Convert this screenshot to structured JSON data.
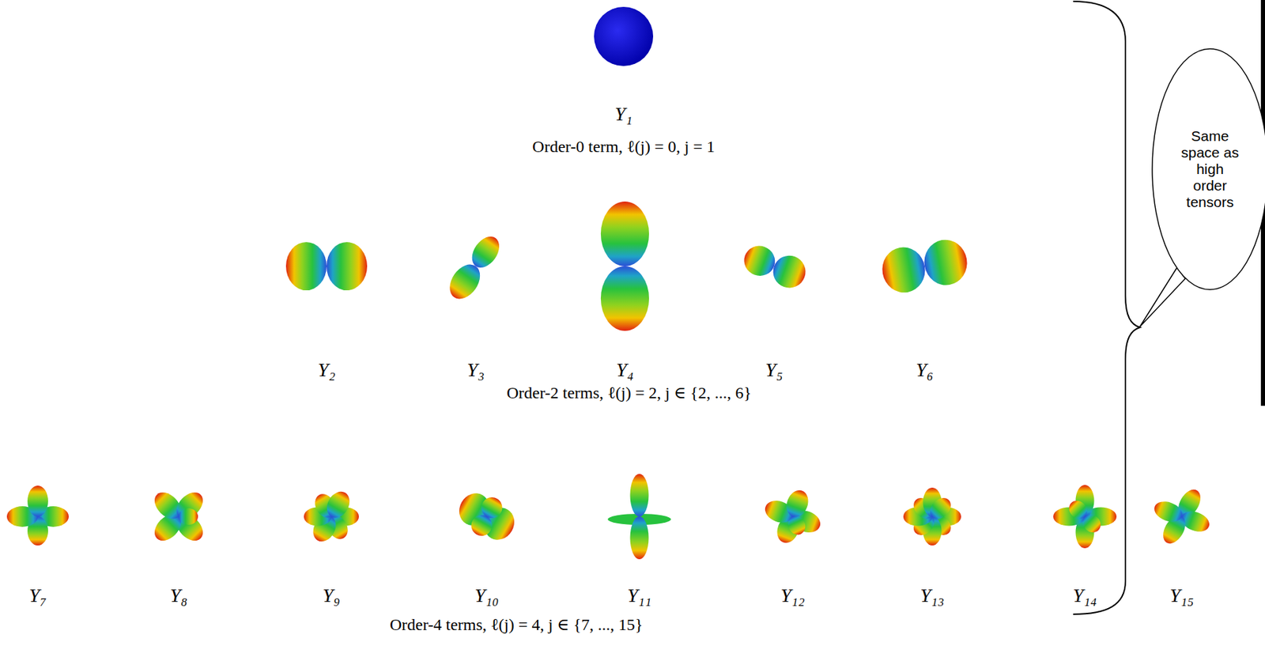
{
  "diagram": {
    "nodes": [
      {
        "text": [
          "Same space as high order tensors"
        ]
      }
    ],
    "labels": [
      "Y₁",
      "Order-0 term, ℓ(j) = 0, j = 1",
      "Y₂",
      "Y₃",
      "Y₄",
      "Y₅",
      "Y₆",
      "Order-2 terms, ℓ(j) = 2, j ∈ {2, ..., 6}",
      "Y₇",
      "Y₈",
      "Y₉",
      "Y₁₀",
      "Y₁₁",
      "Y₁₂",
      "Y₁₃",
      "Y₁₄",
      "Y₁₅",
      "Order-4 terms, ℓ(j) = 4, j ∈ {7, ..., 15}"
    ]
  }
}
